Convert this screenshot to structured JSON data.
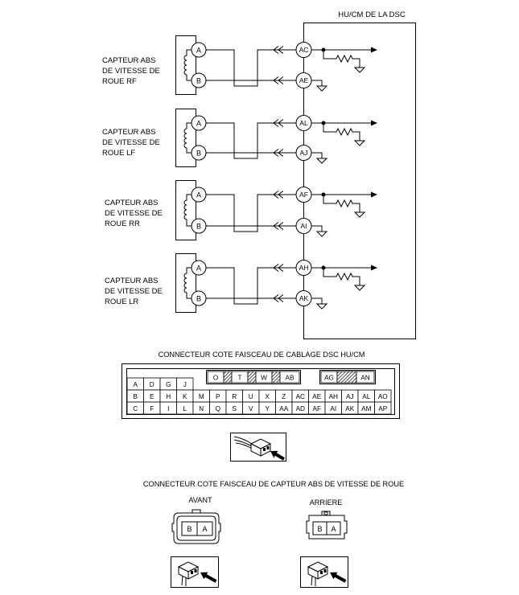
{
  "dsc_unit": {
    "label": "HU/CM DE LA DSC"
  },
  "sensors": [
    {
      "label": [
        "CAPTEUR ABS",
        "DE VITESSE DE",
        "ROUE RF"
      ],
      "sensor_pins": [
        "A",
        "B"
      ],
      "dsc_pins": [
        "AC",
        "AE"
      ]
    },
    {
      "label": [
        "CAPTEUR ABS",
        "DE VITESSE DE",
        "ROUE LF"
      ],
      "sensor_pins": [
        "A",
        "B"
      ],
      "dsc_pins": [
        "AL",
        "AJ"
      ]
    },
    {
      "label": [
        "CAPTEUR ABS",
        "DE VITESSE DE",
        "ROUE RR"
      ],
      "sensor_pins": [
        "A",
        "B"
      ],
      "dsc_pins": [
        "AF",
        "AI"
      ]
    },
    {
      "label": [
        "CAPTEUR ABS",
        "DE VITESSE DE",
        "ROUE LR"
      ],
      "sensor_pins": [
        "A",
        "B"
      ],
      "dsc_pins": [
        "AH",
        "AK"
      ]
    }
  ],
  "dsc_connector": {
    "title": "CONNECTEUR COTE FAISCEAU DE CABLAGE DSC HU/CM",
    "row1": [
      "A",
      "D",
      "G",
      "J"
    ],
    "groups": [
      [
        "O",
        null,
        "T",
        null,
        "W",
        null,
        "AB"
      ],
      [
        "AG",
        null,
        "AN"
      ]
    ],
    "row2": [
      "B",
      "E",
      "H",
      "K",
      "M",
      "P",
      "R",
      "U",
      "X",
      "Z",
      "AC",
      "AE",
      "AH",
      "AJ",
      "AL",
      "AO"
    ],
    "row3": [
      "C",
      "F",
      "I",
      "L",
      "N",
      "Q",
      "S",
      "V",
      "Y",
      "AA",
      "AD",
      "AF",
      "AI",
      "AK",
      "AM",
      "AP"
    ]
  },
  "sensor_connector": {
    "title": "CONNECTEUR COTE FAISCEAU DE CAPTEUR ABS DE VITESSE DE ROUE",
    "front": {
      "label": "AVANT",
      "pins": [
        "B",
        "A"
      ]
    },
    "rear": {
      "label": "ARRIERE",
      "pins": [
        "B",
        "A"
      ]
    }
  },
  "icons": {
    "insertion_view": "connector-insertion-view-icon",
    "ground": "ground-icon",
    "signal_output": "arrow-icon",
    "line_color": "#000000"
  }
}
